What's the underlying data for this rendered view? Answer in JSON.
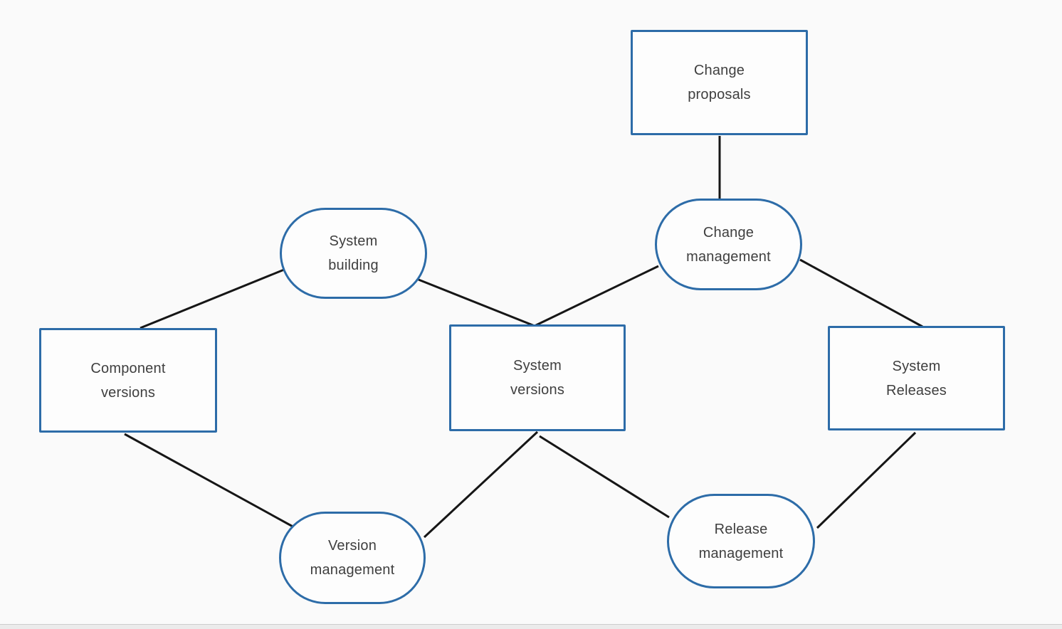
{
  "diagram": {
    "nodes": {
      "change_proposals": {
        "label": "Change\nproposals",
        "shape": "rectangle"
      },
      "system_building": {
        "label": "System\nbuilding",
        "shape": "stadium"
      },
      "change_management": {
        "label": "Change\nmanagement",
        "shape": "stadium"
      },
      "component_versions": {
        "label": "Component\nversions",
        "shape": "rectangle"
      },
      "system_versions": {
        "label": "System\nversions",
        "shape": "rectangle"
      },
      "system_releases": {
        "label": "System\nReleases",
        "shape": "rectangle"
      },
      "version_management": {
        "label": "Version\nmanagement",
        "shape": "stadium"
      },
      "release_management": {
        "label": "Release\nmanagement",
        "shape": "stadium"
      }
    },
    "edges": [
      {
        "from": "change_proposals",
        "to": "change_management"
      },
      {
        "from": "system_building",
        "to": "component_versions"
      },
      {
        "from": "system_building",
        "to": "system_versions"
      },
      {
        "from": "change_management",
        "to": "system_versions"
      },
      {
        "from": "change_management",
        "to": "system_releases"
      },
      {
        "from": "component_versions",
        "to": "version_management"
      },
      {
        "from": "version_management",
        "to": "system_versions"
      },
      {
        "from": "system_versions",
        "to": "release_management"
      },
      {
        "from": "release_management",
        "to": "system_releases"
      }
    ]
  },
  "colors": {
    "node_border": "#2d6ca8",
    "edge_line": "#161616",
    "text": "#3f3f3f",
    "background": "#fafafa",
    "node_fill": "#fdfdfd"
  }
}
